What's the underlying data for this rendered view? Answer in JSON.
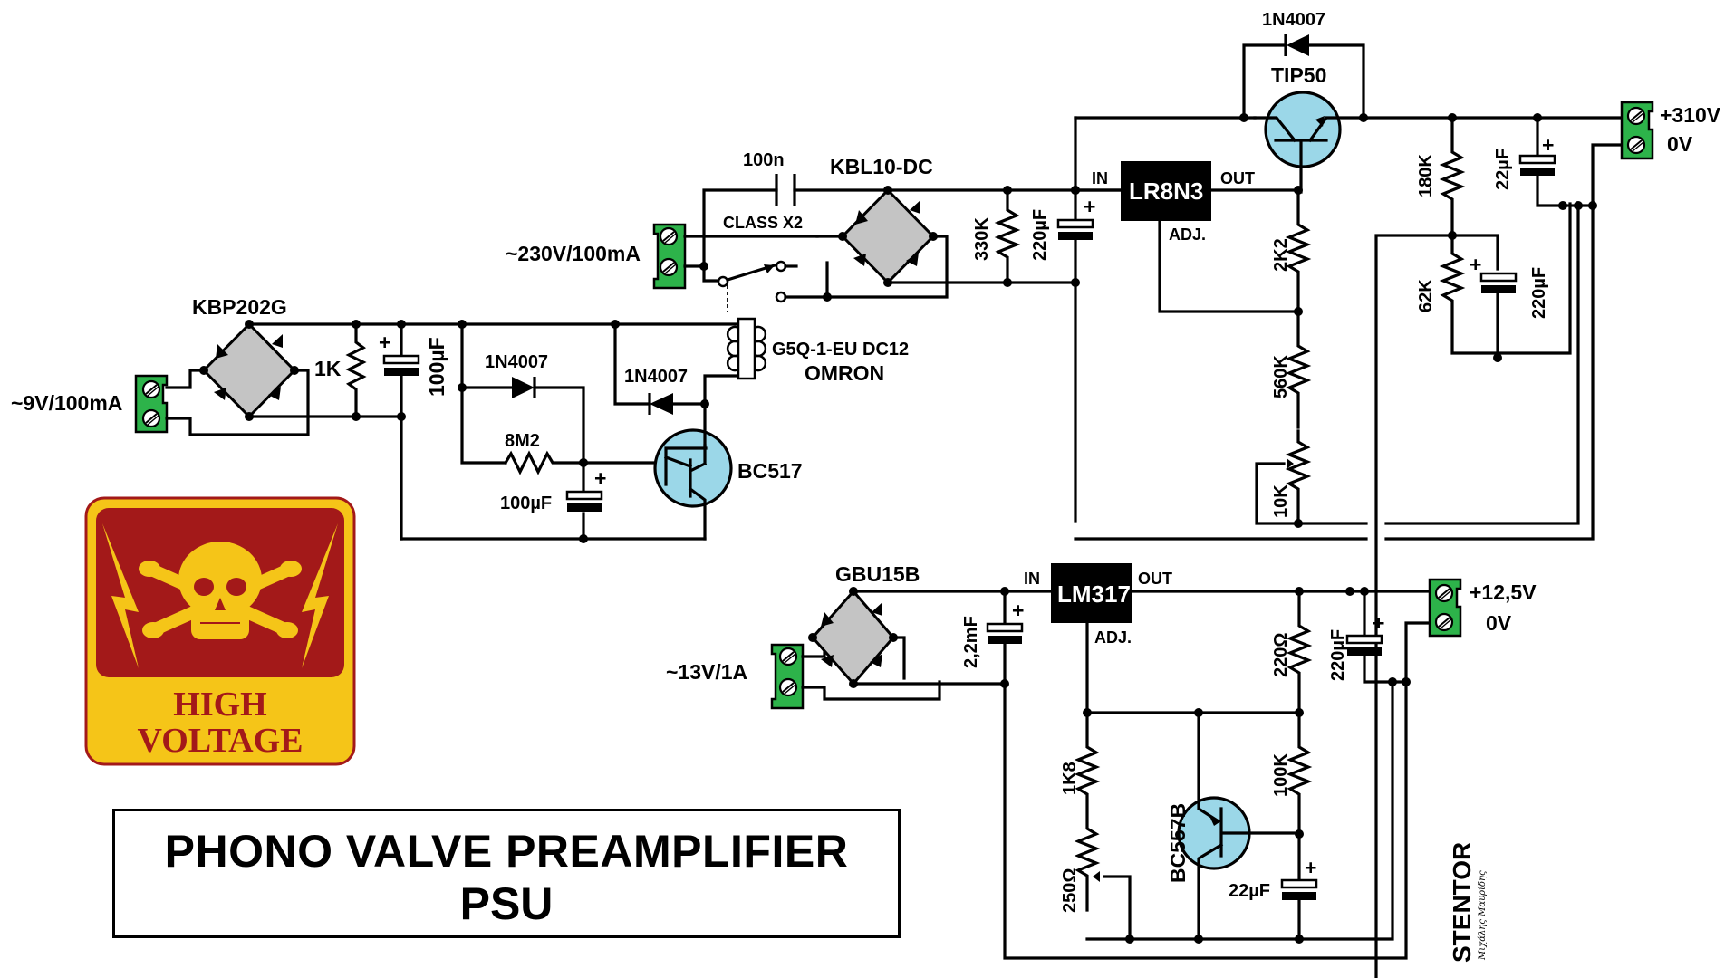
{
  "title": {
    "line1": "PHONO VALVE PREAMPLIFIER",
    "line2": "PSU"
  },
  "warning_sign": {
    "line1": "HIGH",
    "line2": "VOLTAGE",
    "colors": {
      "background": "#f5c518",
      "panel": "#a31919"
    }
  },
  "brand": {
    "name": "STENTOR",
    "tagline": "Μιχάλης Μαυρίδης"
  },
  "inputs": {
    "ac9v": "~9V/100mA",
    "ac230v": "~230V/100mA",
    "ac13v": "~13V/1A"
  },
  "outputs": {
    "hv_plus": "+310V",
    "hv_zero": "0V",
    "lv_plus": "+12,5V",
    "lv_zero": "0V"
  },
  "components": {
    "bridge_9v": "KBP202G",
    "r_1k": "1K",
    "c_100u_a": "100µF",
    "d_1n4007_a": "1N4007",
    "d_1n4007_b": "1N4007",
    "r_8m2": "8M2",
    "c_100u_b": "100µF",
    "q_bc517": "BC517",
    "relay_part": "G5Q-1-EU DC12",
    "relay_brand": "OMRON",
    "c_100n": "100n",
    "c_100n_class": "CLASS X2",
    "bridge_hv": "KBL10-DC",
    "r_330k": "330K",
    "c_220u_a": "220µF",
    "reg_hv": "LR8N3",
    "reg_in": "IN",
    "reg_out": "OUT",
    "reg_adj": "ADJ.",
    "d_1n4007_c": "1N4007",
    "q_tip50": "TIP50",
    "r_2k2": "2K2",
    "r_560k": "560K",
    "pot_10k": "10K",
    "r_180k": "180K",
    "c_22u_a": "22µF",
    "r_62k": "62K",
    "c_220u_b": "220µF",
    "bridge_lv": "GBU15B",
    "c_2m2": "2,2mF",
    "reg_lv": "LM317",
    "r_220": "220Ω",
    "c_220u_c": "220µF",
    "r_1k8": "1K8",
    "pot_250": "250Ω",
    "q_bc557b": "BC557B",
    "r_100k": "100K",
    "c_22u_b": "22µF"
  },
  "colors": {
    "terminal": "#2db34a",
    "transistor": "#9bd7e8",
    "bridge": "#c4c4c4",
    "wire": "#000000"
  }
}
